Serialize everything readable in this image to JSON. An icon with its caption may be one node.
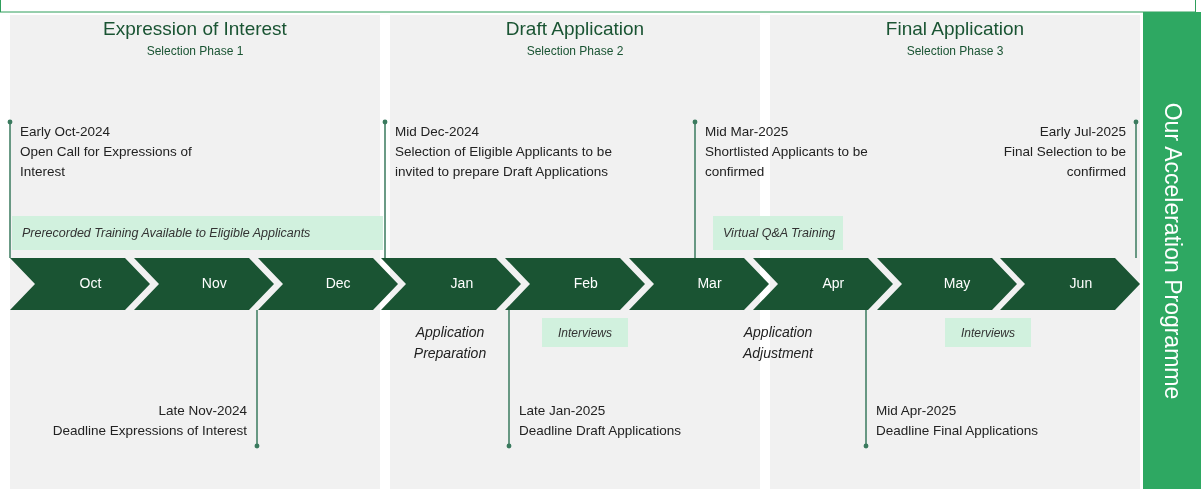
{
  "diagram": {
    "nodes": [
      {
        "text": [
          "Expression of Interest",
          "Selection Phase 1"
        ]
      },
      {
        "text": [
          "Draft Application",
          "Selection Phase 2"
        ]
      },
      {
        "text": [
          "Final Application",
          "Selection Phase 3"
        ]
      },
      {
        "text": [
          "Our Acceleration Programme"
        ]
      },
      {
        "text": [
          "Oct"
        ],
        "in": 0
      },
      {
        "text": [
          "Nov"
        ],
        "in": 0
      },
      {
        "text": [
          "Dec"
        ]
      },
      {
        "text": [
          "Jan"
        ],
        "in": 1
      },
      {
        "text": [
          "Feb"
        ],
        "in": 1
      },
      {
        "text": [
          "Mar"
        ]
      },
      {
        "text": [
          "Apr"
        ]
      },
      {
        "text": [
          "May"
        ],
        "in": 2
      },
      {
        "text": [
          "Jun"
        ],
        "in": 2
      },
      {
        "text": [
          "Early Oct-2024",
          "Open Call for Expressions of Interest"
        ],
        "in": 0
      },
      {
        "text": [
          "Mid Dec-2024",
          "Selection of Eligible Applicants to be invited to prepare Draft Applications"
        ],
        "in": 1
      },
      {
        "text": [
          "Mid Mar-2025",
          "Shortlisted Applicants to be confirmed"
        ]
      },
      {
        "text": [
          "Early Jul-2025",
          "Final Selection to be confirmed"
        ],
        "in": 2
      },
      {
        "text": [
          "Late Nov-2024",
          "Deadline Expressions of Interest"
        ],
        "in": 0
      },
      {
        "text": [
          "Late Jan-2025",
          "Deadline Draft Applications"
        ],
        "in": 1
      },
      {
        "text": [
          "Mid Apr-2025",
          "Deadline Final Applications"
        ],
        "in": 2
      },
      {
        "text": [
          "Prerecorded Training Available to Eligible Applicants"
        ],
        "in": 0
      },
      {
        "text": [
          "Virtual Q&A Training"
        ]
      },
      {
        "text": [
          "Interviews"
        ],
        "in": 1
      },
      {
        "text": [
          "Interviews"
        ],
        "in": 2
      }
    ],
    "edges": [
      {
        "from": 13,
        "to": 4,
        "arrow": "other"
      },
      {
        "from": 14,
        "to": 7,
        "arrow": "other"
      },
      {
        "from": 15,
        "to": 9,
        "arrow": "other"
      },
      {
        "from": 16,
        "to": 12,
        "arrow": "other"
      },
      {
        "from": 17,
        "to": 6,
        "arrow": "other"
      },
      {
        "from": 18,
        "to": 8,
        "arrow": "other"
      },
      {
        "from": 19,
        "to": 11,
        "arrow": "other"
      }
    ],
    "labels": [
      "Application Preparation",
      "Application Adjustment"
    ]
  }
}
